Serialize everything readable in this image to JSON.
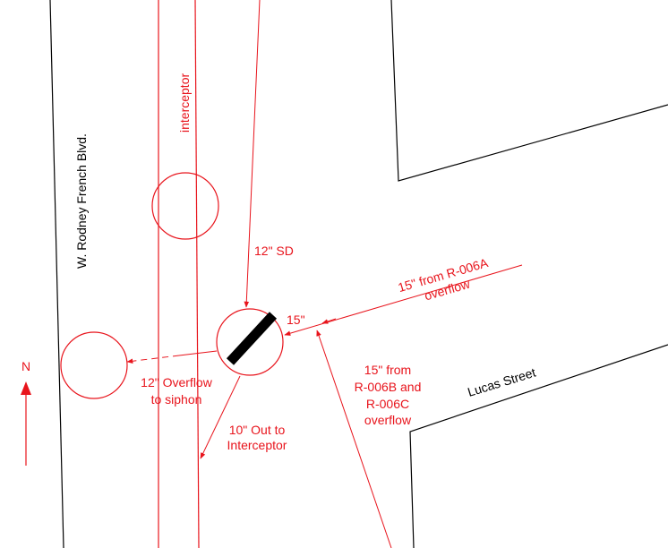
{
  "colors": {
    "pipe": "#e8141c",
    "street": "#000000",
    "background": "#ffffff",
    "gate": "#000000"
  },
  "streets": {
    "west_name": "W. Rodney French Blvd.",
    "south_name": "Lucas Street"
  },
  "labels": {
    "interceptor": "interceptor",
    "sd_12": "12\" SD",
    "from_006a_line1": "15\" from R-006A",
    "from_006a_line2": "overflow",
    "pipe_15": "15\"",
    "from_006bc_line1": "15\" from",
    "from_006bc_line2": "R-006B and",
    "from_006bc_line3": "R-006C",
    "from_006bc_line4": "overflow",
    "overflow_line1": "12\" Overflow",
    "overflow_line2": "to siphon",
    "out_line1": "10\" Out to",
    "out_line2": "Interceptor"
  },
  "north_arrow": {
    "label": "N",
    "icon": "north-arrow-icon"
  }
}
